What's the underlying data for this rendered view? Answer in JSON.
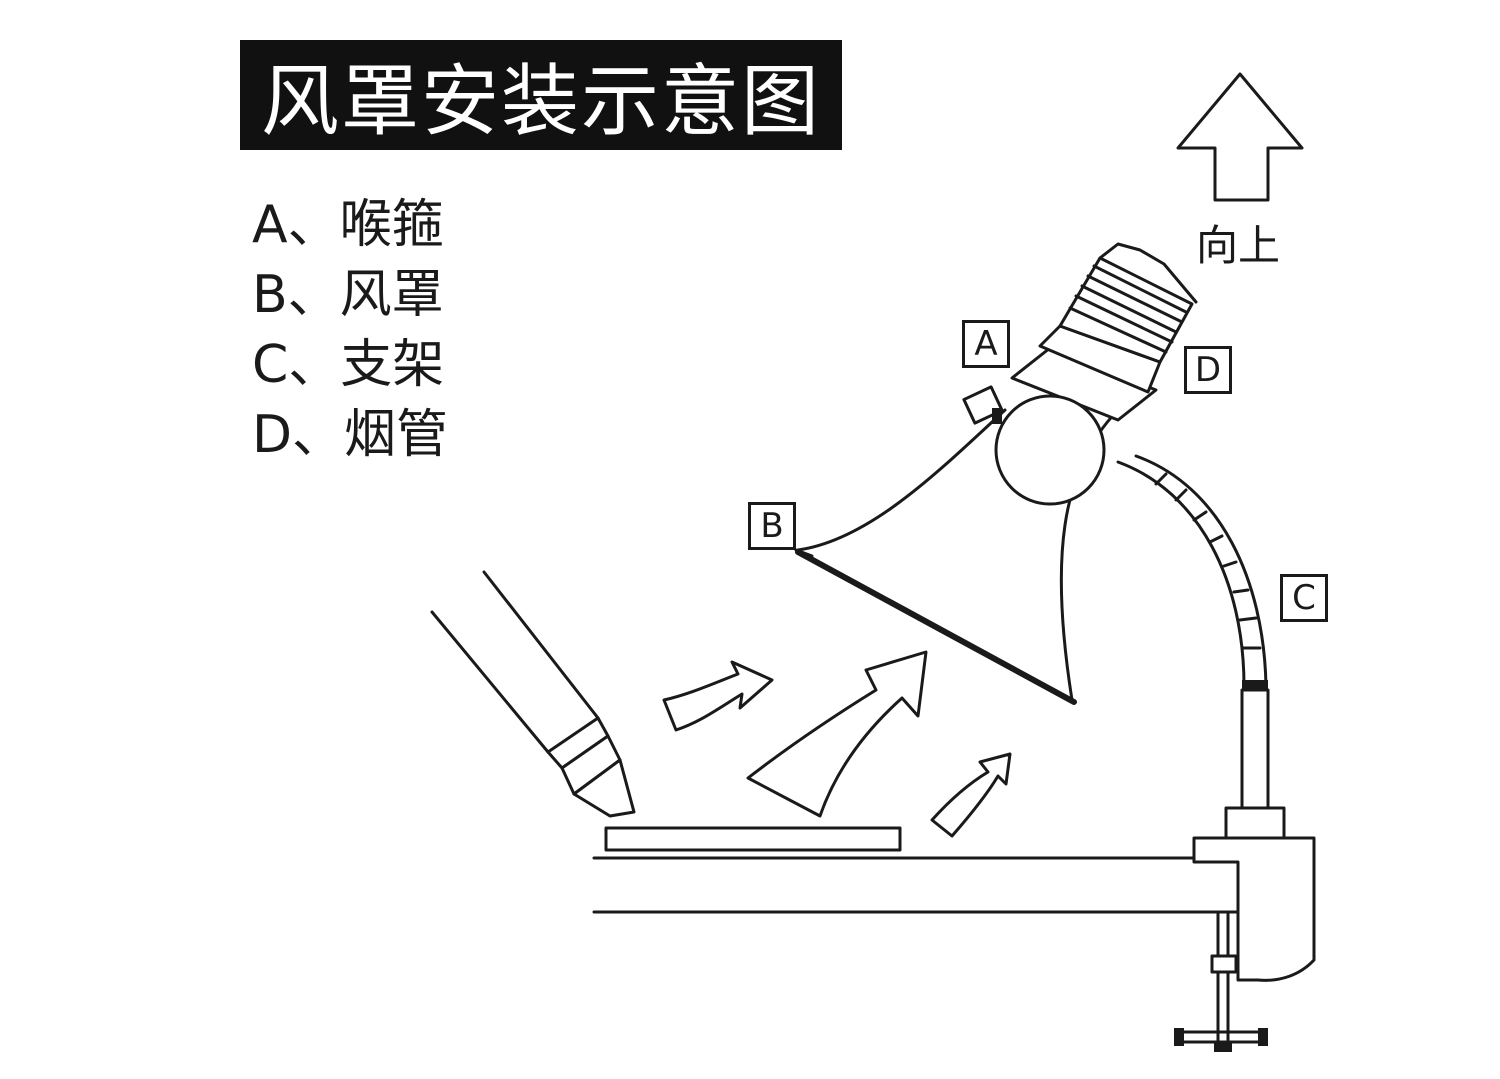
{
  "title": "风罩安装示意图",
  "legend": [
    "A、喉箍",
    "B、风罩",
    "C、支架",
    "D、烟管"
  ],
  "up_direction_label": "向上",
  "callouts": {
    "a": "A",
    "b": "B",
    "c": "C",
    "d": "D"
  },
  "colors": {
    "ink": "#1a1a1a",
    "title_background": "#111111",
    "title_text": "#ffffff",
    "background": "#ffffff"
  }
}
